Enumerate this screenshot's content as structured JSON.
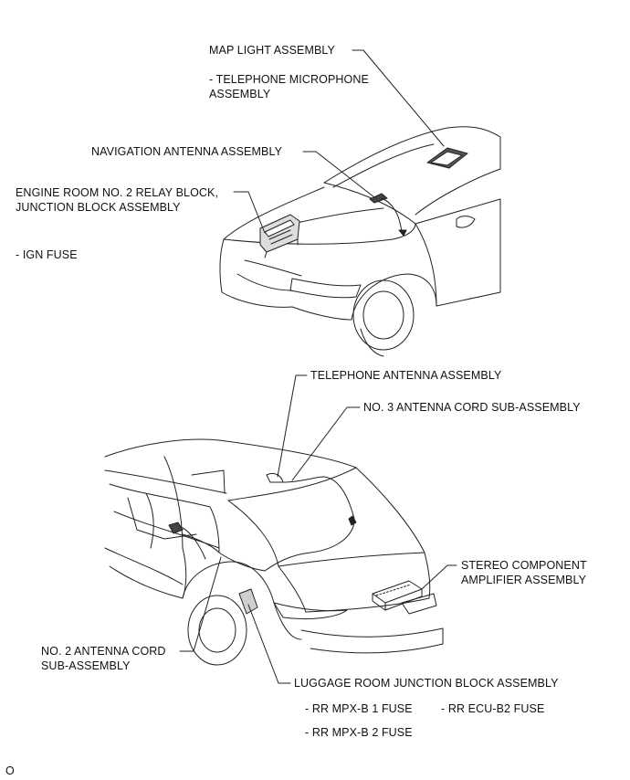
{
  "labels": {
    "map_light": "MAP LIGHT ASSEMBLY",
    "telephone_mic_1": "- TELEPHONE MICROPHONE",
    "telephone_mic_2": "ASSEMBLY",
    "navigation_antenna": "NAVIGATION ANTENNA ASSEMBLY",
    "engine_room_1": "ENGINE ROOM NO. 2 RELAY BLOCK,",
    "engine_room_2": "JUNCTION BLOCK ASSEMBLY",
    "ign_fuse": "- IGN FUSE",
    "telephone_antenna": "TELEPHONE ANTENNA ASSEMBLY",
    "no3_cord": "NO. 3 ANTENNA CORD SUB-ASSEMBLY",
    "stereo_1": "STEREO COMPONENT",
    "stereo_2": "AMPLIFIER ASSEMBLY",
    "no2_cord_1": "NO. 2 ANTENNA CORD",
    "no2_cord_2": "SUB-ASSEMBLY",
    "luggage_jb": "LUGGAGE ROOM JUNCTION BLOCK ASSEMBLY",
    "rr_mpx_b1": "- RR MPX-B 1 FUSE",
    "rr_ecu_b2": "- RR ECU-B2 FUSE",
    "rr_mpx_b2": "- RR MPX-B 2 FUSE",
    "figure_code": "O"
  },
  "colors": {
    "line": "#222222",
    "text": "#111111",
    "background": "#ffffff"
  }
}
